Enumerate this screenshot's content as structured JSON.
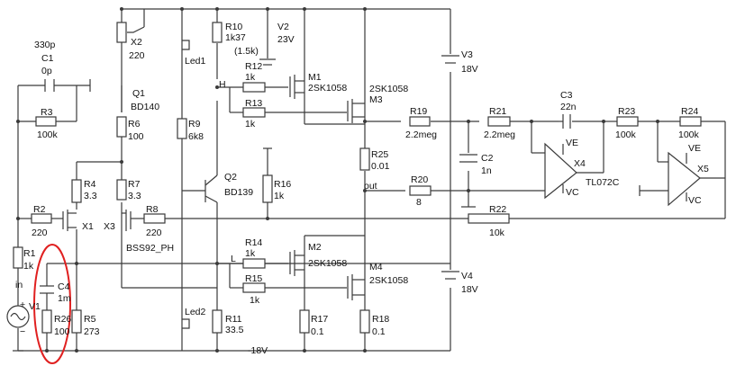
{
  "colors": {
    "wire": "#3a3a3a",
    "text": "#111111",
    "highlight": "#e02020",
    "background": "#ffffff"
  },
  "labels": {
    "x2_name": "X2",
    "x2_val": "220",
    "c1_pre": "330p",
    "c1_name": "C1",
    "c1_val": "0p",
    "q1_name": "Q1",
    "q1_val": "BD140",
    "r3_name": "R3",
    "r3_val": "100k",
    "r6_name": "R6",
    "r6_val": "100",
    "r9_name": "R9",
    "r9_val": "6k8",
    "led1": "Led1",
    "r10_name": "R10",
    "r10_val": "1k37",
    "r10_alt": "(1.5k)",
    "v2_name": "V2",
    "v2_val": "23V",
    "h_node": "H",
    "r12_name": "R12",
    "r12_val": "1k",
    "m1_name": "M1",
    "m1_val": "2SK1058",
    "r13_name": "R13",
    "r13_val": "1k",
    "m3_type": "2SK1058",
    "m3_name": "M3",
    "v3_name": "V3",
    "v3_val": "18V",
    "r19_name": "R19",
    "r19_val": "2.2meg",
    "r21_name": "R21",
    "r21_val": "2.2meg",
    "c3_name": "C3",
    "c3_val": "22n",
    "r23_name": "R23",
    "r23_val": "100k",
    "r24_name": "R24",
    "r24_val": "100k",
    "ve1": "VE",
    "ve2": "VE",
    "x4_name": "X4",
    "x4_type": "TL072C",
    "vc1": "VC",
    "x5_name": "X5",
    "vc2": "VC",
    "c2_name": "C2",
    "c2_val": "1n",
    "r25_name": "R25",
    "r25_val": "0.01",
    "out": "out",
    "r20_name": "R20",
    "r20_val": "8",
    "q2_name": "Q2",
    "q2_val": "BD139",
    "r16_name": "R16",
    "r16_val": "1k",
    "r4_name": "R4",
    "r4_val": "3.3",
    "r7_name": "R7",
    "r7_val": "3.3",
    "r2_name": "R2",
    "r2_val": "220",
    "x1_name": "X1",
    "x3_name": "X3",
    "r8_name": "R8",
    "r8_val": "220",
    "bss": "BSS92_PH",
    "r22_name": "R22",
    "r22_val": "10k",
    "r1_name": "R1",
    "r1_val": "1k",
    "in": "in",
    "v1_name": "V1",
    "c4_name": "C4",
    "c4_val": "1m",
    "r26_name": "R26",
    "r26_val": "100",
    "r5_name": "R5",
    "r5_val": "273",
    "r14_name": "R14",
    "r14_val": "1k",
    "l_node": "L",
    "m2_name": "M2",
    "m2_val": "2SK1058",
    "r15_name": "R15",
    "r15_val": "1k",
    "m4_name": "M4",
    "m4_val": "2SK1058",
    "v4_name": "V4",
    "v4_val": "18V",
    "led2": "Led2",
    "r11_name": "R11",
    "r11_val": "33.5",
    "r17_name": "R17",
    "r17_val": "0.1",
    "r18_name": "R18",
    "r18_val": "0.1",
    "neg18": "-18V",
    "plus": "+",
    "minus": "−"
  }
}
